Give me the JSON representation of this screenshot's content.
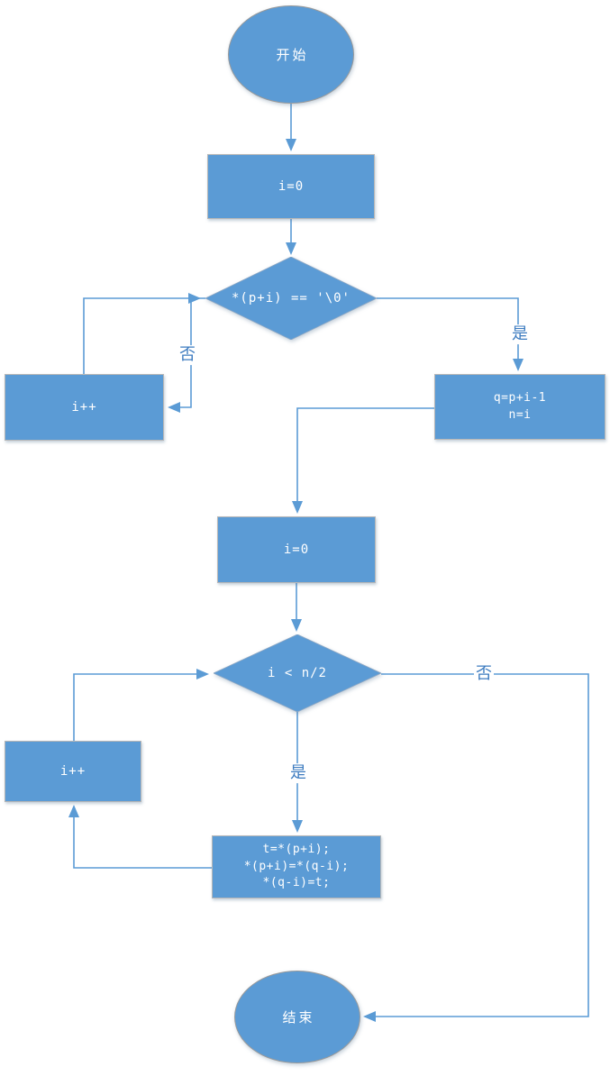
{
  "diagram": {
    "type": "flowchart",
    "language_of_labels": "zh-CN",
    "description_visible_only": "String reversal algorithm flowchart"
  },
  "colors": {
    "shape_fill": "#5B9BD5",
    "shape_border": "#b7b7b7",
    "connector": "#5B9BD5",
    "edge_label_text": "#3e7cc0",
    "shape_text": "#ffffff",
    "background": "#ffffff"
  },
  "nodes": {
    "start": {
      "label": "开始"
    },
    "init_i_first": {
      "label": "i=0"
    },
    "cond_terminator": {
      "label": "*(p+i) == '\\0'"
    },
    "incr_i_first": {
      "label": "i++"
    },
    "assign_q": {
      "lines": [
        "q=p+i-1",
        "n=i"
      ]
    },
    "init_i_second": {
      "label": "i=0"
    },
    "cond_half": {
      "label": "i < n/2"
    },
    "incr_i_second": {
      "label": "i++"
    },
    "swap": {
      "lines": [
        "t=*(p+i);",
        "*(p+i)=*(q-i);",
        "*(q-i)=t;"
      ]
    },
    "end": {
      "label": "结束"
    }
  },
  "edge_labels": {
    "no_first": "否",
    "yes_first": "是",
    "yes_second": "是",
    "no_second": "否"
  }
}
